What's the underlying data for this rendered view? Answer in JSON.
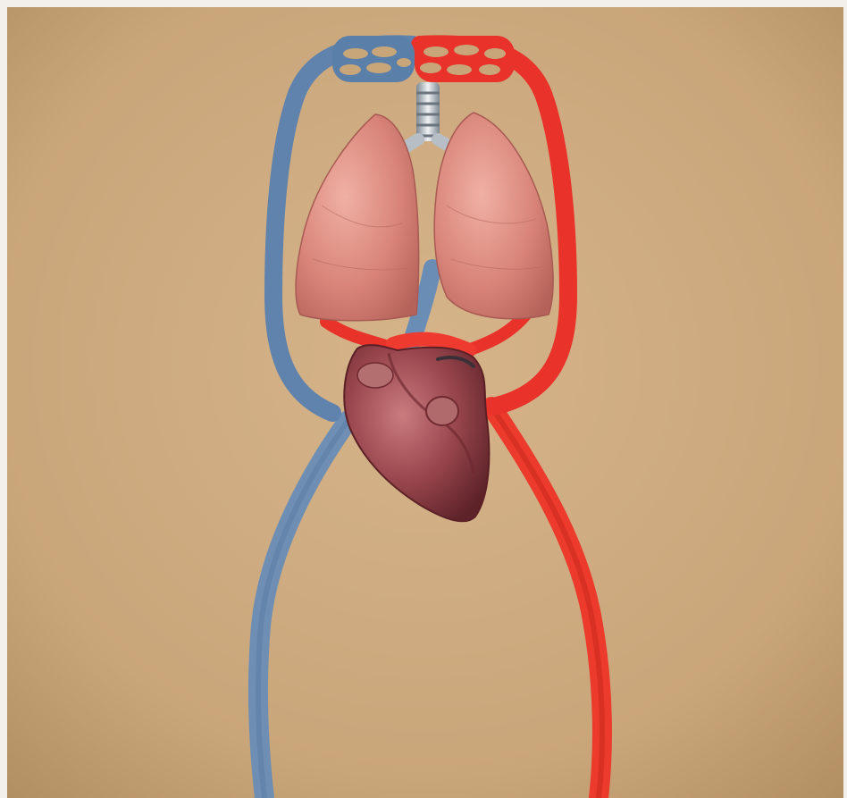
{
  "scene": {
    "subject": "circulatory-system-diagram",
    "parts": [
      {
        "name": "pulmonary-capillary-bed",
        "icon": "capillary-network"
      },
      {
        "name": "trachea",
        "icon": "trachea"
      },
      {
        "name": "left-lung",
        "icon": "lung"
      },
      {
        "name": "right-lung",
        "icon": "lung"
      },
      {
        "name": "heart",
        "icon": "heart"
      },
      {
        "name": "systemic-venous-loop",
        "icon": "vein"
      },
      {
        "name": "systemic-arterial-loop",
        "icon": "artery"
      }
    ]
  },
  "colors": {
    "background": "#c9a57a",
    "frame": "#f3f0ec",
    "deoxygenated_blood": "#5a7fa8",
    "oxygenated_blood": "#e8322a",
    "lung_tissue": "#d8877e",
    "heart_muscle": "#8e3f45",
    "trachea": "#c9cfd6"
  }
}
